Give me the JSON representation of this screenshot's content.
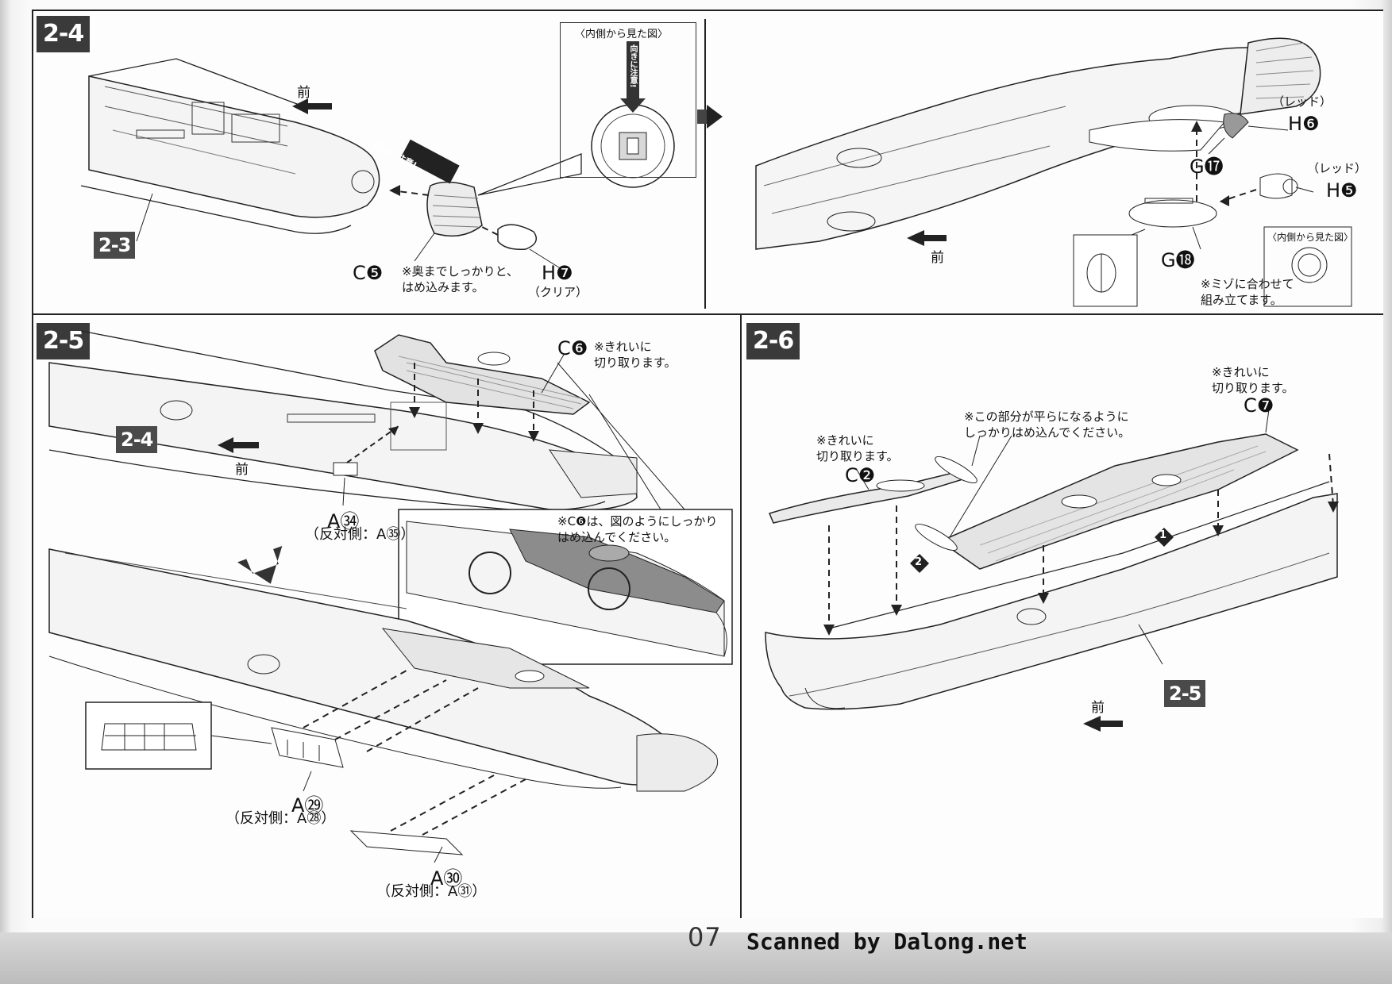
{
  "page": {
    "page_number": "07",
    "credit": "Scanned by Dalong.net"
  },
  "steps": {
    "s24": {
      "tag": "2-4",
      "ref_tag": "2-3",
      "front": "前",
      "inset_title": "〈内側から見た図〉",
      "inset_arrow_text": "向きに注意!",
      "callout_text": "向きに注意!",
      "part_c5": "C❺",
      "part_h7": "H❼",
      "h7_sub": "（クリア）",
      "note_h7": "※奥までしっかりと、\nはめ込みます。",
      "part_h6_color": "（レッド）",
      "part_h6": "H❻",
      "part_g17": "G⓱",
      "part_h5_color": "（レッド）",
      "part_h5": "H❺",
      "part_g18": "G⓲",
      "inset2_title": "〈内側から見た図〉",
      "note_groove": "※ミゾに合わせて\n組み立てます。",
      "front2": "前"
    },
    "s25": {
      "tag": "2-5",
      "ref_tag": "2-4",
      "front": "前",
      "part_c6": "C❻",
      "note_c6": "※きれいに\n切り取ります。",
      "part_a34": "A㉞",
      "a34_sub": "（反対側：A㉟）",
      "inset_note": "※C❻は、図のようにしっかり\nはめ込んでください。",
      "part_a29": "A㉙",
      "a29_sub": "（反対側：A㉘）",
      "part_a30": "A㉚",
      "a30_sub": "（反対側：A㉛）"
    },
    "s26": {
      "tag": "2-6",
      "ref_tag": "2-5",
      "front": "前",
      "note_c7": "※きれいに\n切り取ります。",
      "part_c7": "C❼",
      "note_c2": "※きれいに\n切り取ります。",
      "part_c2": "C❷",
      "note_flat": "※この部分が平らになるように\nしっかりはめ込んでください。",
      "marker1": "1",
      "marker2": "2"
    }
  },
  "colors": {
    "tag_bg": "#3a3a3a",
    "line": "#222222",
    "paper": "#fcfcfc"
  }
}
